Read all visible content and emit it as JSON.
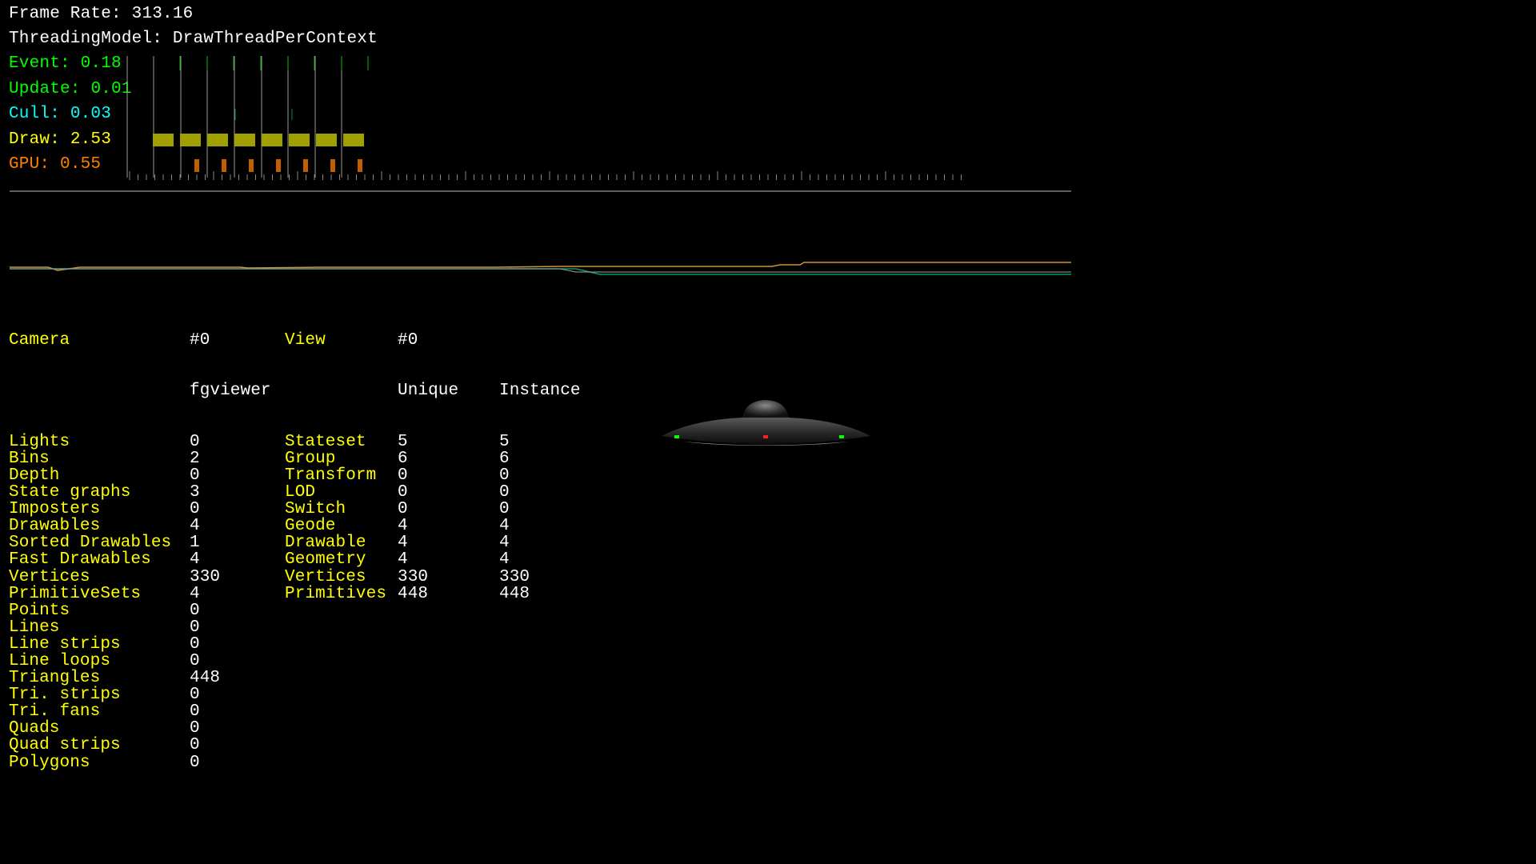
{
  "hud": {
    "frame_rate_label": "Frame Rate:",
    "frame_rate_value": "313.16",
    "threading_label": "ThreadingModel:",
    "threading_value": "DrawThreadPerContext",
    "timings": [
      {
        "label": "Event:",
        "value": "0.18",
        "color": "#00ff00"
      },
      {
        "label": "Update:",
        "value": "0.01",
        "color": "#00ff00"
      },
      {
        "label": "Cull:",
        "value": "0.03",
        "color": "#00ffff"
      },
      {
        "label": "Draw:",
        "value": "2.53",
        "color": "#ffff00"
      },
      {
        "label": "GPU:",
        "value": "0.55",
        "color": "#ff8000"
      }
    ]
  },
  "camera_stats": {
    "camera_label": "Camera",
    "camera_index": "#0",
    "camera_name": "fgviewer",
    "rows": [
      {
        "label": "Lights",
        "value": "0"
      },
      {
        "label": "Bins",
        "value": "2"
      },
      {
        "label": "Depth",
        "value": "0"
      },
      {
        "label": "State graphs",
        "value": "3"
      },
      {
        "label": "Imposters",
        "value": "0"
      },
      {
        "label": "Drawables",
        "value": "4"
      },
      {
        "label": "Sorted Drawables",
        "value": "1"
      },
      {
        "label": "Fast Drawables",
        "value": "4"
      },
      {
        "label": "Vertices",
        "value": "330"
      },
      {
        "label": "PrimitiveSets",
        "value": "4"
      },
      {
        "label": "Points",
        "value": "0"
      },
      {
        "label": "Lines",
        "value": "0"
      },
      {
        "label": "Line strips",
        "value": "0"
      },
      {
        "label": "Line loops",
        "value": "0"
      },
      {
        "label": "Triangles",
        "value": "448"
      },
      {
        "label": "Tri. strips",
        "value": "0"
      },
      {
        "label": "Tri. fans",
        "value": "0"
      },
      {
        "label": "Quads",
        "value": "0"
      },
      {
        "label": "Quad strips",
        "value": "0"
      },
      {
        "label": "Polygons",
        "value": "0"
      }
    ]
  },
  "view_stats": {
    "view_label": "View",
    "view_index": "#0",
    "unique_header": "Unique",
    "instance_header": "Instance",
    "rows": [
      {
        "label": "Stateset",
        "unique": "5",
        "instance": "5"
      },
      {
        "label": "Group",
        "unique": "6",
        "instance": "6"
      },
      {
        "label": "Transform",
        "unique": "0",
        "instance": "0"
      },
      {
        "label": "LOD",
        "unique": "0",
        "instance": "0"
      },
      {
        "label": "Switch",
        "unique": "0",
        "instance": "0"
      },
      {
        "label": "Geode",
        "unique": "4",
        "instance": "4"
      },
      {
        "label": "Drawable",
        "unique": "4",
        "instance": "4"
      },
      {
        "label": "Geometry",
        "unique": "4",
        "instance": "4"
      },
      {
        "label": "Vertices",
        "unique": "330",
        "instance": "330"
      },
      {
        "label": "Primitives",
        "unique": "448",
        "instance": "448"
      }
    ]
  },
  "colors": {
    "background": "#000000",
    "hud_text": "#ffffff",
    "stats_label": "#ffff00",
    "stats_value": "#ffffff",
    "event": "#00ff00",
    "update": "#00ff00",
    "cull": "#00ffff",
    "draw_bar": "#a0a000",
    "gpu_bar": "#c06000"
  }
}
